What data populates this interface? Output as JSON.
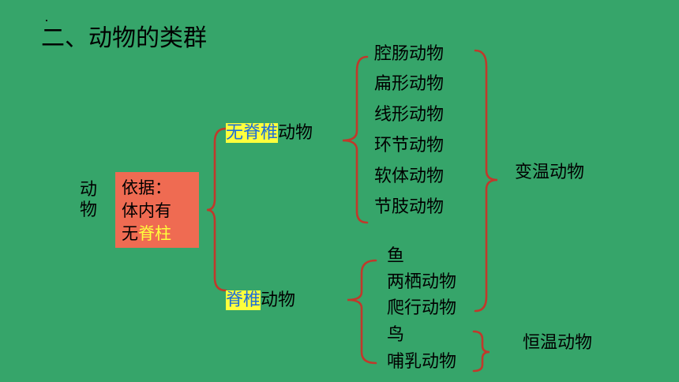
{
  "title": "二、动物的类群",
  "root": "动物",
  "basis": {
    "line1": "依据：",
    "line2": "体内有",
    "line3_plain": "无",
    "line3_highlight": "脊柱"
  },
  "invertebrate": {
    "highlight": "无脊椎",
    "suffix": "动物",
    "groups": [
      "腔肠动物",
      "扁形动物",
      "线形动物",
      "环节动物",
      "软体动物",
      "节肢动物"
    ]
  },
  "vertebrate": {
    "highlight": "脊椎",
    "suffix": "动物",
    "groups": [
      "鱼",
      "两栖动物",
      "爬行动物",
      "鸟",
      "哺乳动物"
    ]
  },
  "temperature": {
    "variable": "变温动物",
    "constant": "恒温动物"
  },
  "colors": {
    "background": "#36a56a",
    "brace": "#c0392b",
    "highlight": "#ffff3c",
    "basis_box": "#ef6b52",
    "highlight_text": "#1f6fd6"
  }
}
